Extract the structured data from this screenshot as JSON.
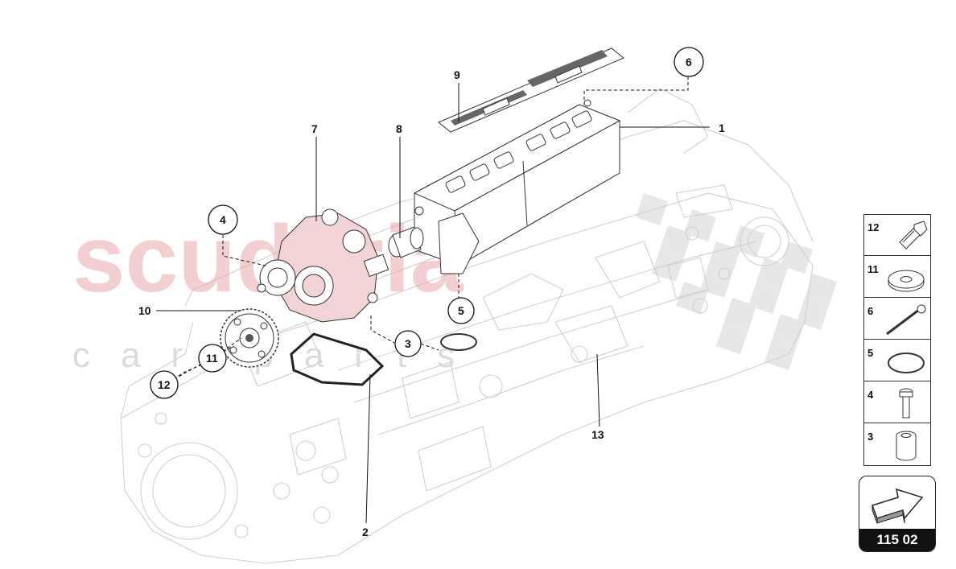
{
  "watermark": {
    "brand": "scuderia",
    "sub": "car parts"
  },
  "callouts": [
    {
      "id": "c1",
      "label": "1",
      "circled": false
    },
    {
      "id": "c2",
      "label": "2",
      "circled": false
    },
    {
      "id": "c3",
      "label": "3",
      "circled": true
    },
    {
      "id": "c4",
      "label": "4",
      "circled": true
    },
    {
      "id": "c5",
      "label": "5",
      "circled": true
    },
    {
      "id": "c6",
      "label": "6",
      "circled": true
    },
    {
      "id": "c7",
      "label": "7",
      "circled": false
    },
    {
      "id": "c8",
      "label": "8",
      "circled": false
    },
    {
      "id": "c9",
      "label": "9",
      "circled": false
    },
    {
      "id": "c10",
      "label": "10",
      "circled": false
    },
    {
      "id": "c11",
      "label": "11",
      "circled": true
    },
    {
      "id": "c12",
      "label": "12",
      "circled": true
    },
    {
      "id": "c13",
      "label": "13",
      "circled": false
    }
  ],
  "legend": [
    {
      "label": "12",
      "icon": "bolt-icon"
    },
    {
      "label": "11",
      "icon": "washer-icon"
    },
    {
      "label": "6",
      "icon": "long-bolt-icon"
    },
    {
      "label": "5",
      "icon": "o-ring-icon"
    },
    {
      "label": "4",
      "icon": "screw-icon"
    },
    {
      "label": "3",
      "icon": "sleeve-icon"
    }
  ],
  "reference": {
    "label": "115 02",
    "icon": "arrow-3d-icon"
  },
  "colors": {
    "watermark_red": "#e8a8ad",
    "engine_line": "#cfcfcf",
    "ink": "#111111"
  }
}
